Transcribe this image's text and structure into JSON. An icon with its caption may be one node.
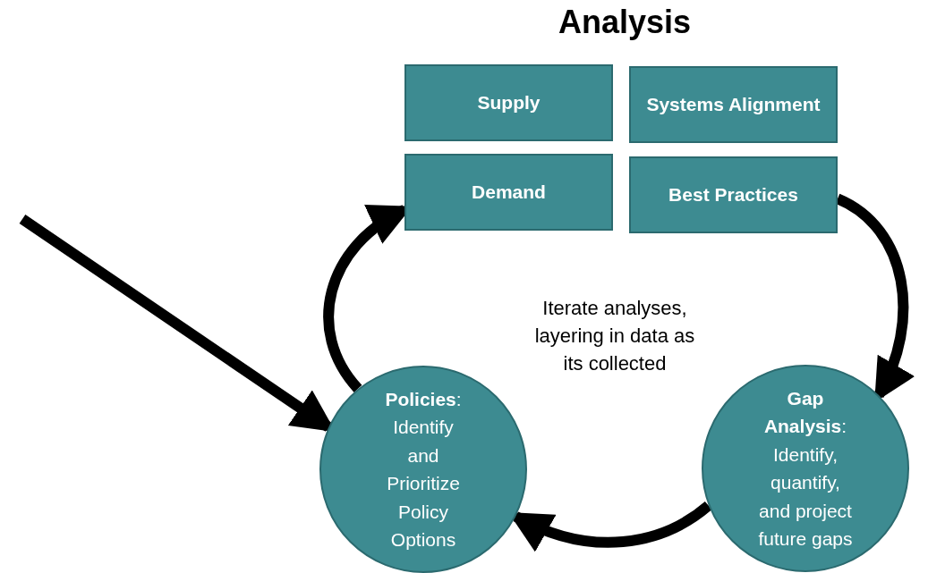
{
  "diagram": {
    "title": "Analysis",
    "nodes": [
      {
        "text": [
          "Supply"
        ]
      },
      {
        "text": [
          "Systems Alignment"
        ]
      },
      {
        "text": [
          "Demand"
        ]
      },
      {
        "text": [
          "Best Practices"
        ]
      },
      {
        "text": [
          "**Gap Analysis**: Identify, quantify, and project future gaps"
        ]
      },
      {
        "text": [
          "**Policies**: Identify and Prioritize Policy Options"
        ]
      }
    ],
    "edges": [
      {
        "from": 3,
        "to": 4,
        "arrow": "to"
      },
      {
        "from": 4,
        "to": 5,
        "arrow": "to"
      },
      {
        "from": 5,
        "to": 2,
        "arrow": "to"
      },
      {
        "from": null,
        "to": 5,
        "arrow": "to"
      }
    ],
    "labels": [
      "Iterate analyses, layering in data as its collected"
    ]
  }
}
